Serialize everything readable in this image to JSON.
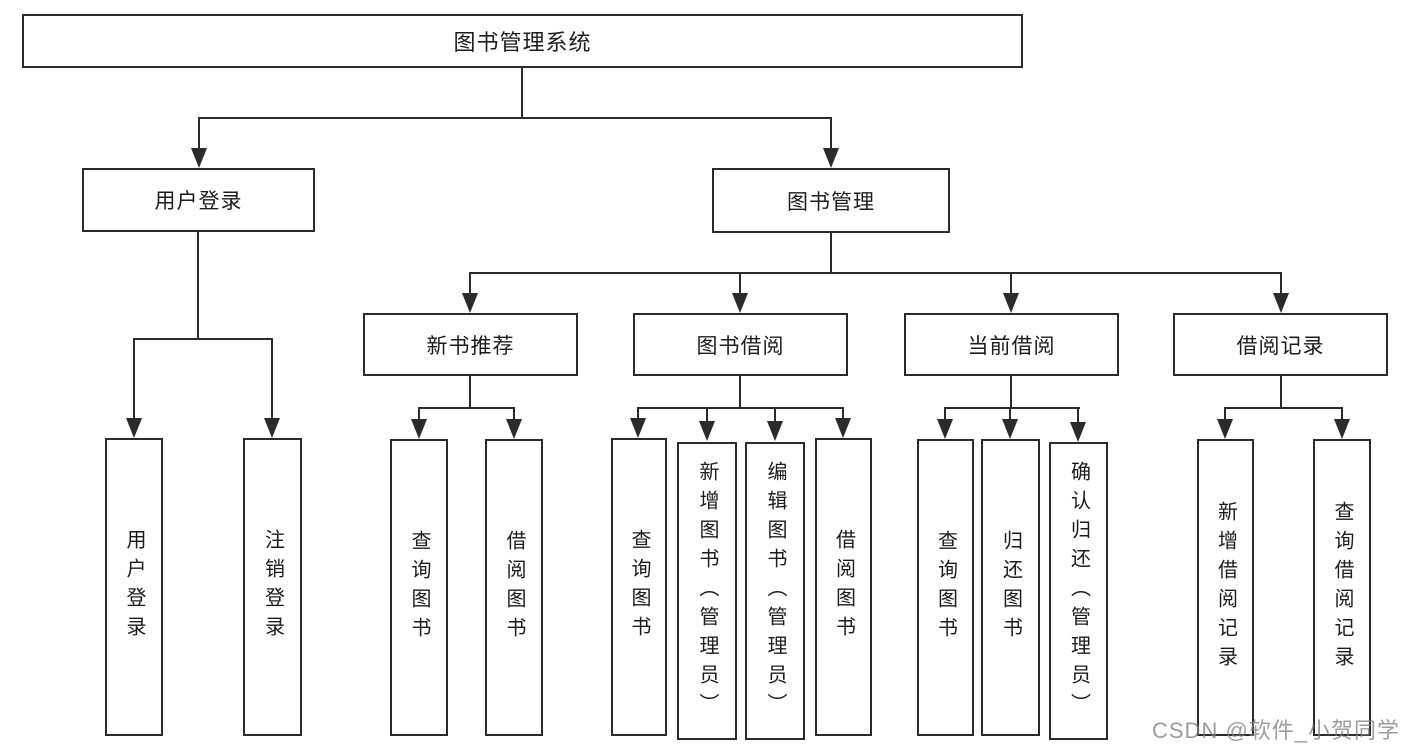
{
  "diagram": {
    "root": {
      "label": "图书管理系统"
    },
    "branches": [
      {
        "label": "用户登录",
        "children": [
          {
            "label": "用户登录"
          },
          {
            "label": "注销登录"
          }
        ]
      },
      {
        "label": "图书管理",
        "groups": [
          {
            "label": "新书推荐",
            "children": [
              {
                "label": "查询图书"
              },
              {
                "label": "借阅图书"
              }
            ]
          },
          {
            "label": "图书借阅",
            "children": [
              {
                "label": "查询图书"
              },
              {
                "label": "新增图书（管理员）"
              },
              {
                "label": "编辑图书（管理员）"
              },
              {
                "label": "借阅图书"
              }
            ]
          },
          {
            "label": "当前借阅",
            "children": [
              {
                "label": "查询图书"
              },
              {
                "label": "归还图书"
              },
              {
                "label": "确认归还（管理员）"
              }
            ]
          },
          {
            "label": "借阅记录",
            "children": [
              {
                "label": "新增借阅记录"
              },
              {
                "label": "查询借阅记录"
              }
            ]
          }
        ]
      }
    ],
    "watermark": {
      "text": "CSDN @软件_小贺同学"
    },
    "colors": {
      "line": "#2b2b2b",
      "box_background": "#ffffff",
      "text": "#1c1c1c",
      "watermark": "#828282"
    }
  }
}
